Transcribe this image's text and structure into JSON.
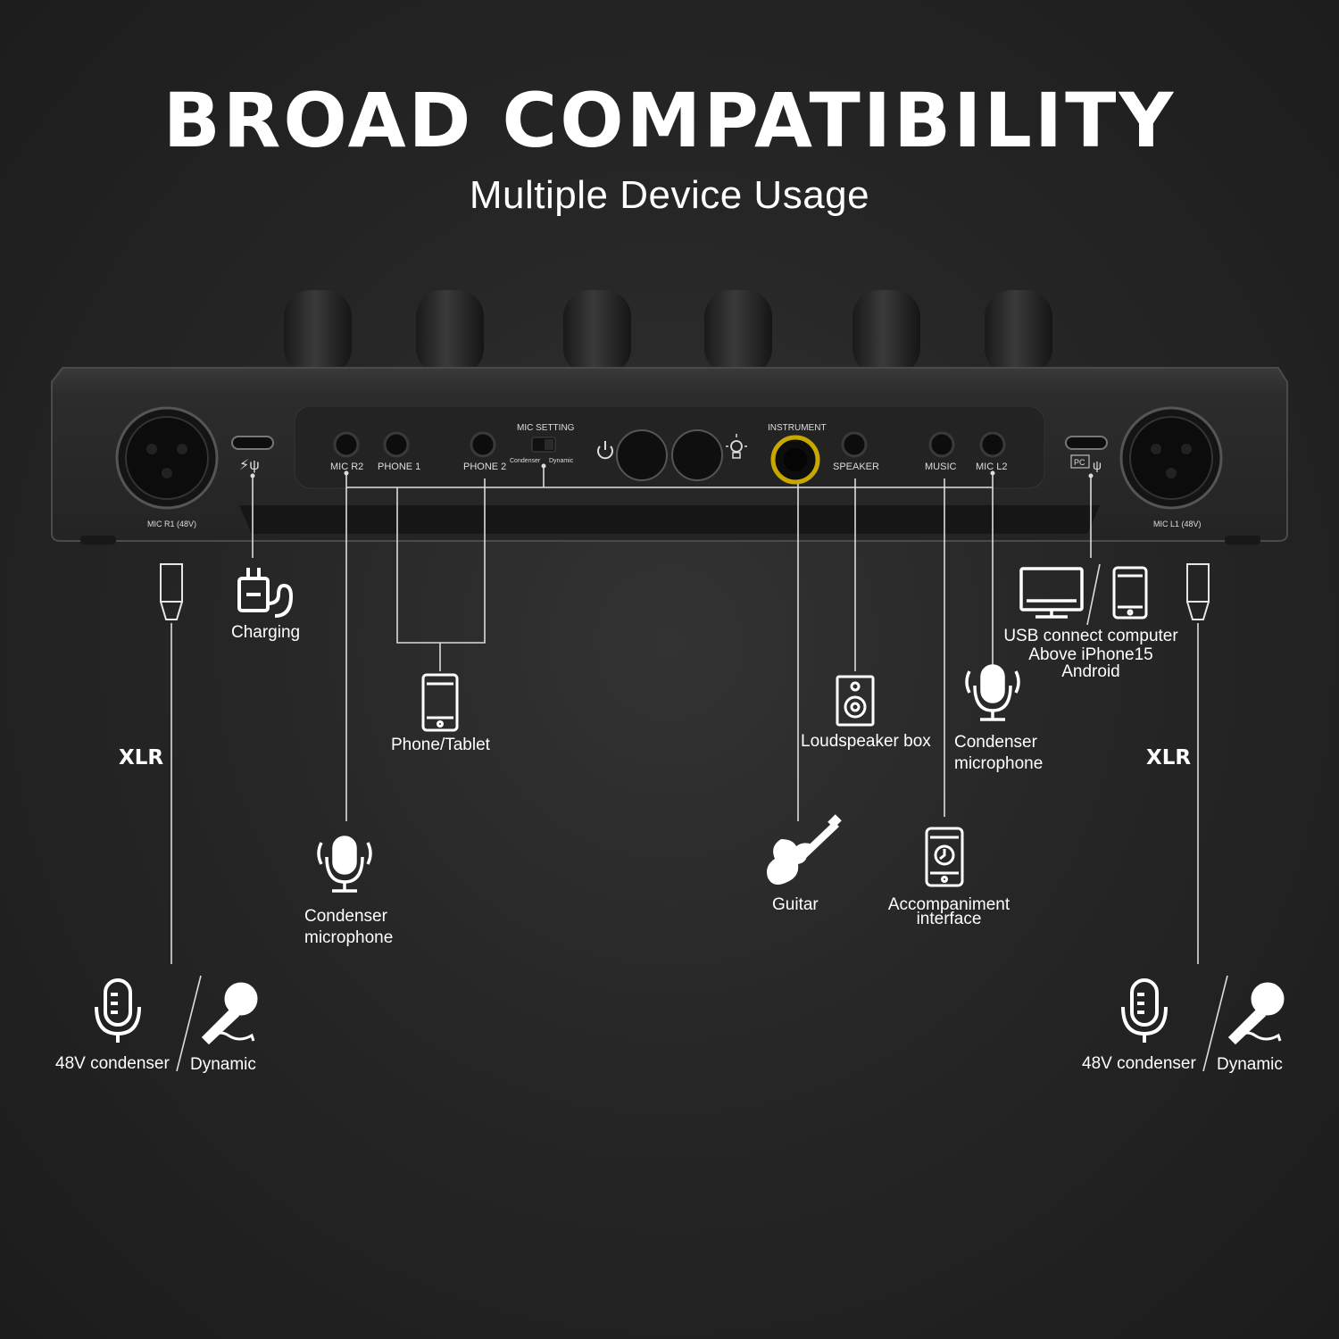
{
  "header": {
    "title": "BROAD COMPATIBILITY",
    "subtitle": "Multiple Device Usage"
  },
  "panel": {
    "mic_r1": "MIC R1 (48V)",
    "mic_l1": "MIC L1 (48V)",
    "mic_r2": "MIC R2",
    "phone1": "PHONE 1",
    "phone2": "PHONE 2",
    "mic_setting": "MIC SETTING",
    "condenser": "Condenser",
    "dynamic": "Dynamic",
    "instrument": "INSTRUMENT",
    "speaker": "SPEAKER",
    "music": "MUSIC",
    "mic_l2": "MIC L2",
    "pc": "PC"
  },
  "devices": {
    "charging": "Charging",
    "phone_tablet": "Phone/Tablet",
    "condenser_mic_left_1": "Condenser",
    "condenser_mic_left_2": "microphone",
    "guitar": "Guitar",
    "accompaniment_1": "Accompaniment",
    "accompaniment_2": "interface",
    "loudspeaker": "Loudspeaker box",
    "condenser_mic_right_1": "Condenser",
    "condenser_mic_right_2": "microphone",
    "usb_1": "USB connect computer",
    "usb_2": "Above iPhone15",
    "usb_3": "Android",
    "xlr_left": "XLR",
    "xlr_right": "XLR",
    "left_48v": "48V condenser",
    "left_dynamic": "Dynamic",
    "right_48v": "48V condenser",
    "right_dynamic": "Dynamic"
  },
  "icons": [
    "xlr-plug-icon",
    "charging-icon",
    "phone-icon",
    "condenser-mic-icon",
    "guitar-icon",
    "accompaniment-phone-icon",
    "loudspeaker-icon",
    "monitor-icon",
    "tablet-icon",
    "dynamic-mic-icon",
    "power-icon",
    "light-icon"
  ],
  "colors": {
    "background": "#262626",
    "device_body": "#2e2e2e",
    "instrument_ring": "#c8a800",
    "text": "#ffffff"
  }
}
